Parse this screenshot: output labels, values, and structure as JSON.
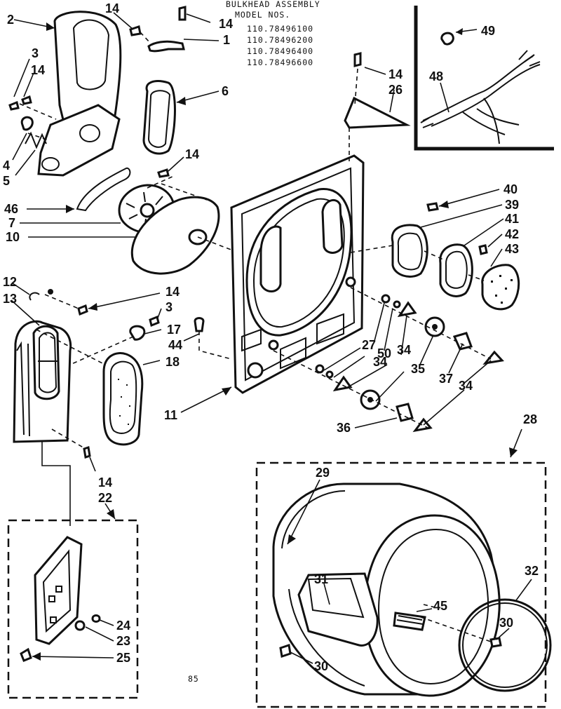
{
  "header": {
    "title": "BULKHEAD ASSEMBLY",
    "subtitle": "MODEL NOS.",
    "models": [
      "110.78496100",
      "110.78496200",
      "110.78496400",
      "110.78496600"
    ]
  },
  "footer_mark": "85",
  "callouts": {
    "c1": "1",
    "c2": "2",
    "c3a": "3",
    "c3b": "3",
    "c4": "4",
    "c5": "5",
    "c6": "6",
    "c7": "7",
    "c10": "10",
    "c11": "11",
    "c12": "12",
    "c13": "13",
    "c14a": "14",
    "c14b": "14",
    "c14c": "14",
    "c14d": "14",
    "c14e": "14",
    "c14f": "14",
    "c14g": "14",
    "c17": "17",
    "c18": "18",
    "c22": "22",
    "c23": "23",
    "c24": "24",
    "c25": "25",
    "c26": "26",
    "c27": "27",
    "c28": "28",
    "c29": "29",
    "c30a": "30",
    "c30b": "30",
    "c31": "31",
    "c32": "32",
    "c34a": "34",
    "c34b": "34",
    "c34c": "34",
    "c35": "35",
    "c36": "36",
    "c37": "37",
    "c39": "39",
    "c40": "40",
    "c41": "41",
    "c42": "42",
    "c43": "43",
    "c44": "44",
    "c45": "45",
    "c46": "46",
    "c48": "48",
    "c49": "49",
    "c50": "50"
  }
}
